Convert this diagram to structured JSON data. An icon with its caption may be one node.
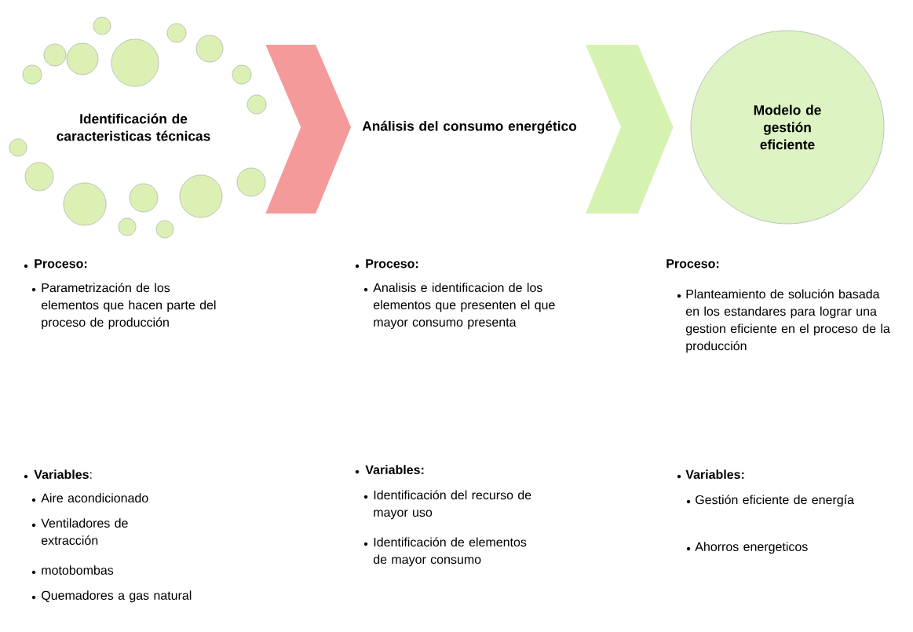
{
  "diagram": {
    "nodes": [
      {
        "text": [
          "Identificación de caracteristicas técnicas"
        ]
      },
      {
        "text": [
          "Análisis del consumo energético"
        ]
      },
      {
        "text": [
          "Modelo de gestión eficiente"
        ]
      }
    ],
    "edges": [
      {
        "from": 0,
        "to": 1,
        "arrow": "to",
        "color": "#f49a9a"
      },
      {
        "from": 1,
        "to": 2,
        "arrow": "to",
        "color": "#d6f2b0"
      }
    ],
    "labels": [
      "Proceso:",
      "Parametrización de los elementos que hacen parte del proceso de producción",
      "**Variables**:",
      "Aire acondicionado",
      "Ventiladores de extracción",
      "motobombas",
      "Quemadores a gas natural",
      "Proceso:",
      "Analisis e identificacion de los elementos que presenten el que mayor consumo presenta",
      "Variables:",
      "Identificación del recurso de mayor uso",
      "Identificación de elementos de mayor consumo",
      "Proceso:",
      "Planteamiento de solución basada en los estandares para lograr una gestion eficiente en el proceso de la producción",
      "Variables:",
      "Gestión eficiente de energía",
      "Ahorros energeticos"
    ]
  }
}
